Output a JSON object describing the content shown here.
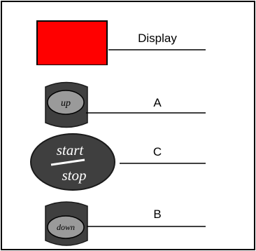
{
  "display": {
    "label": "Display",
    "color": "#ff0000"
  },
  "buttons": {
    "up": {
      "text": "up",
      "label": "A"
    },
    "start_stop": {
      "text_top": "start",
      "text_bottom": "stop",
      "label": "C"
    },
    "down": {
      "text": "down",
      "label": "B"
    }
  }
}
